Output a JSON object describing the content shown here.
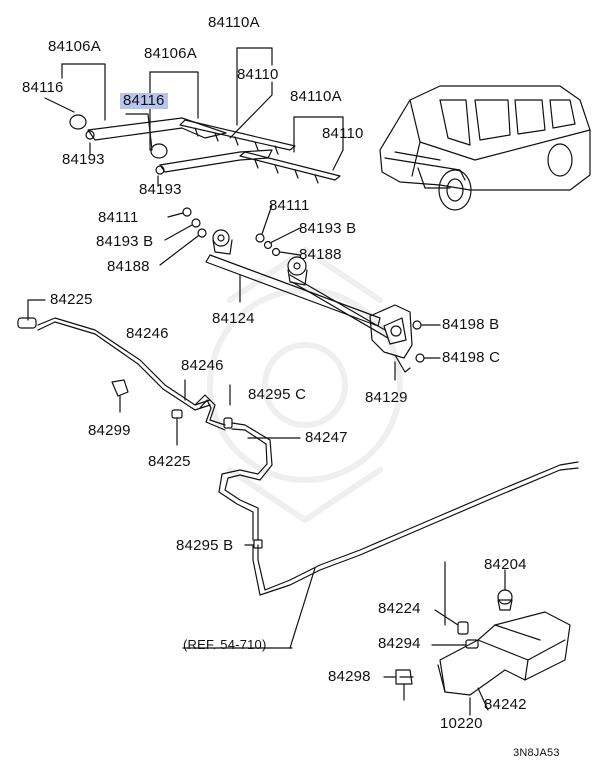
{
  "parts": {
    "p84106A_left": "84106A",
    "p84116_left": "84116",
    "p84193_left": "84193",
    "p84106A_mid": "84106A",
    "p84116_highlight": "84116",
    "p84193_mid": "84193",
    "p84110A_top": "84110A",
    "p84110_top": "84110",
    "p84110A_right": "84110A",
    "p84110_right": "84110",
    "p84111_left": "84111",
    "p84193B_left": "84193 B",
    "p84188_left": "84188",
    "p84111_right": "84111",
    "p84193B_right": "84193 B",
    "p84188_right": "84188",
    "p84124": "84124",
    "p84198B": "84198 B",
    "p84198C": "84198 C",
    "p84129": "84129",
    "p84225_top": "84225",
    "p84246_a": "84246",
    "p84246_b": "84246",
    "p84295C": "84295 C",
    "p84299": "84299",
    "p84225_bottom": "84225",
    "p84247": "84247",
    "p84295B": "84295 B",
    "p84204": "84204",
    "p84224": "84224",
    "p84294": "84294",
    "p84298": "84298",
    "p84242": "84242",
    "p10220": "10220"
  },
  "reference": "(REF. 54-710)",
  "diagram_code": "3N8JA53",
  "highlight_color": "#b9c4ee"
}
